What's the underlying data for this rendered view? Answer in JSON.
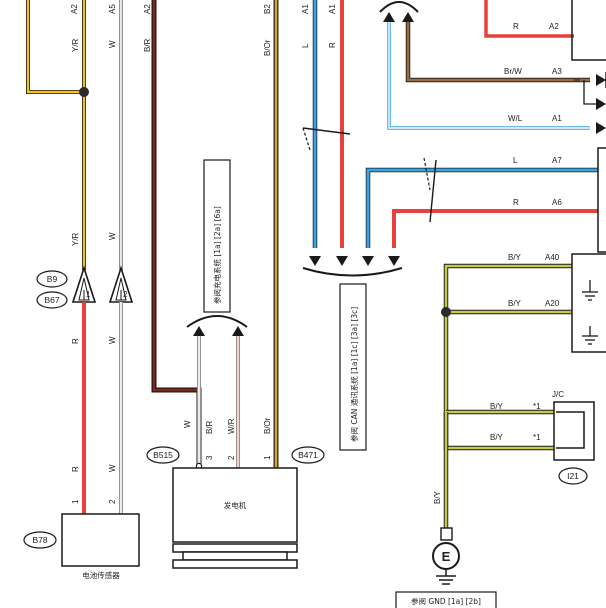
{
  "top_pins": {
    "a2_left": "A2",
    "a5": "A5",
    "a2_mid": "A2",
    "b2": "B2",
    "a1_blue": "A1",
    "a1_red": "A1"
  },
  "left_wires": {
    "yr_top": "Y/R",
    "w_top": "W",
    "br": "B/R",
    "yr_mid": "Y/R",
    "w_mid": "W",
    "r_lower": "R",
    "w_lower": "W",
    "r_bot": "R",
    "w_bot": "W",
    "pin1": "1",
    "pin2": "2"
  },
  "connectors": {
    "b9": "B9",
    "b67": "B67",
    "b78": "B78",
    "b515": "B515",
    "b471": "B471",
    "i21": "I21"
  },
  "b67_pins": {
    "p1": "1",
    "p2": "2"
  },
  "battery_sensor": {
    "label": "电池传感器"
  },
  "charging_ref": {
    "text": "参阅充电系统 [1a] [2a] [6a]"
  },
  "alternator": {
    "label": "发电机",
    "wire_w": "W",
    "wire_br": "B/R",
    "wire_wr": "W/R",
    "wire_bor": "B/Or",
    "pin3": "3",
    "pin2": "2",
    "pin1": "1"
  },
  "mid_wires": {
    "bor_top": "B/Or",
    "l_top": "L",
    "r_top": "R"
  },
  "can_ref": {
    "text": "参阅 CAN 通讯系统 [1a] [1c] [3a] [3c]"
  },
  "right_top": {
    "r_label": "R",
    "r_pin": "A2",
    "brw_label": "Br/W",
    "brw_pin": "A3",
    "wl_label": "W/L",
    "wl_pin": "A1",
    "l_label": "L",
    "l_pin": "A7",
    "r2_label": "R",
    "r2_pin": "A6"
  },
  "right_ground": {
    "by1_label": "B/Y",
    "by1_pin": "A40",
    "by2_label": "B/Y",
    "by2_pin": "A20",
    "jc_label": "J/C",
    "by3_label": "B/Y",
    "by3_star": "*1",
    "by4_label": "B/Y",
    "by4_star": "*1",
    "by_vert": "B/Y"
  },
  "ground_ref": {
    "text": "参阅 GND [1a] [2b]"
  },
  "ground_symbol": {
    "letter": "E"
  },
  "colors": {
    "yellow": "#f2c318",
    "red": "#e8403a",
    "blue": "#3aa3e6",
    "brown": "#8a5a36",
    "darkbrown": "#6b2a22",
    "olive": "#7c7a1e",
    "gray": "#bcbcbc",
    "black": "#1a1a1a"
  }
}
